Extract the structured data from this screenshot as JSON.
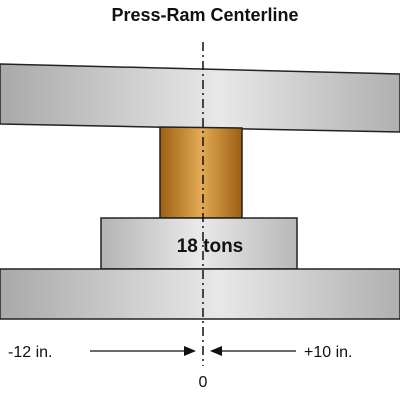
{
  "title": "Press-Ram Centerline",
  "load_label": "18 tons",
  "left_offset_label": "-12 in.",
  "right_offset_label": "+10 in.",
  "center_label": "0",
  "colors": {
    "plate_fill_dark": "#a8a8a8",
    "plate_fill_light": "#e6e6e6",
    "cylinder_dark": "#a86a18",
    "cylinder_light": "#e0a64a",
    "outline": "#222222"
  }
}
